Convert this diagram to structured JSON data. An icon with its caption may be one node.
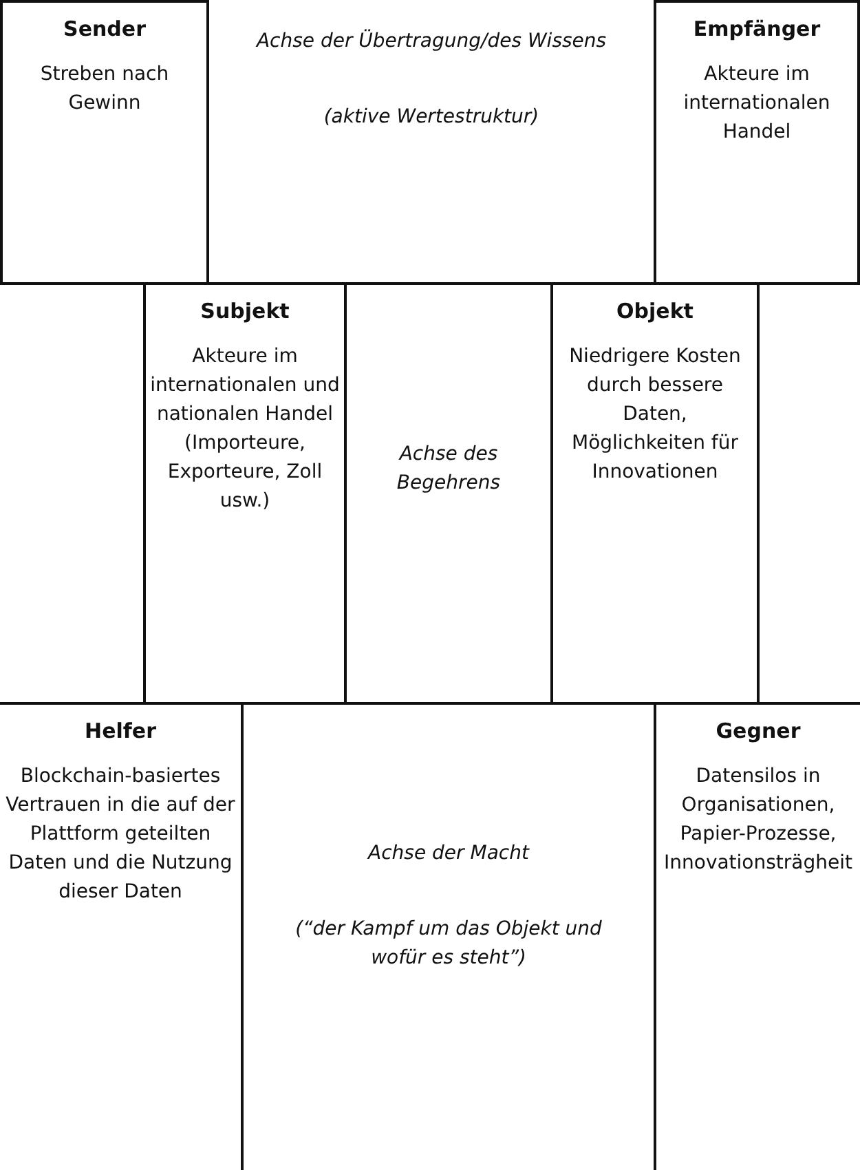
{
  "diagram": {
    "nodes": [
      {
        "text": [
          "Sender",
          "Streben nach Gewinn"
        ]
      },
      {
        "text": [
          "Empfänger",
          "Akteure im internationalen Handel"
        ]
      },
      {
        "text": [
          "Subjekt",
          "Akteure im internationalen und nationalen Handel (Importeure, Exporteure, Zoll usw.)"
        ]
      },
      {
        "text": [
          "Objekt",
          "Niedrigere Kosten durch bessere Daten, Möglichkeiten für Innovationen"
        ]
      },
      {
        "text": [
          "Helfer",
          "Blockchain-basiertes Vertrauen in die auf der Plattform geteilten Daten und die Nutzung dieser Daten"
        ]
      },
      {
        "text": [
          "Gegner",
          "Datensilos in Organisationen, Papier-Prozesse, Innovationsträgheit"
        ]
      }
    ],
    "labels": [
      "Achse der Übertragung/des Wissens",
      "(aktive Wertestruktur)",
      "Achse des Begehrens",
      "Achse der Macht",
      "(“der Kampf um das Objekt und wofür es steht”)"
    ]
  }
}
